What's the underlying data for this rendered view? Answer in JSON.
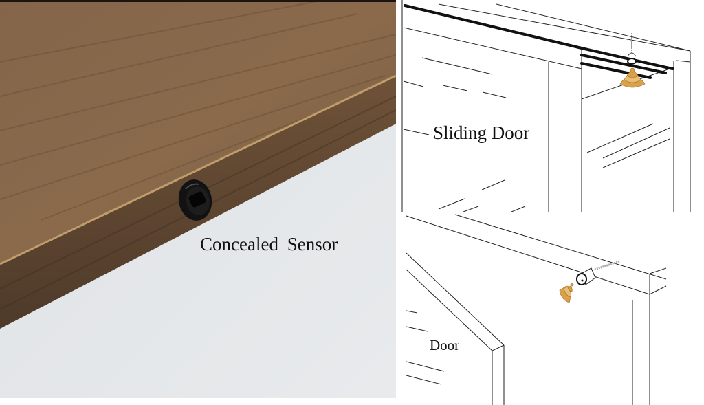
{
  "panels": {
    "photo": {
      "caption": "Concealed  Sensor",
      "colors": {
        "wood": "#7d5e3f",
        "wood_dark": "#5a4230",
        "edge_highlight": "#b89564",
        "wall": "#e4e7e9",
        "sensor": "#141414"
      }
    },
    "sliding_door": {
      "caption": "Sliding Door",
      "colors": {
        "line": "#222222",
        "sensor_waves": "#d9a24a"
      }
    },
    "door": {
      "caption": "Door",
      "colors": {
        "line": "#222222",
        "sensor_waves": "#d9a24a"
      }
    }
  }
}
